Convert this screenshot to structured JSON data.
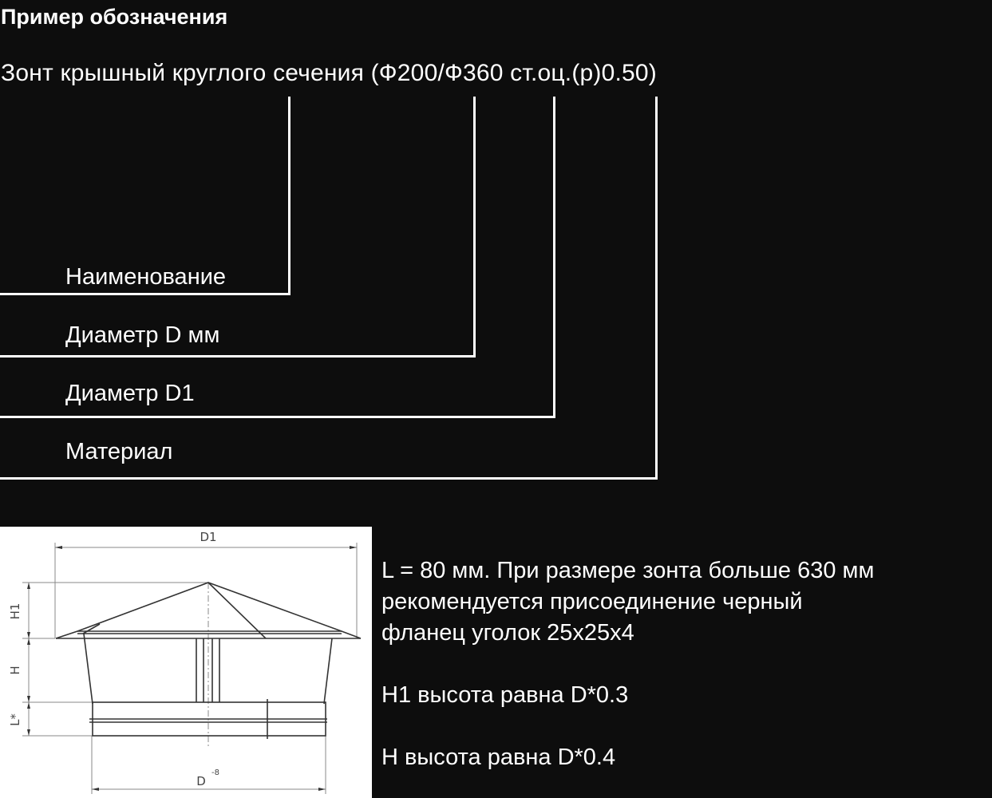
{
  "header": {
    "title": "Пример обозначения"
  },
  "designation": {
    "full_text": "Зонт крышный круглого сечения (Ф200/Ф360 ст.оц.(р)0.50)"
  },
  "legend": {
    "items": [
      {
        "label": "Наименование"
      },
      {
        "label": "Диаметр D мм"
      },
      {
        "label": "Диаметр D1"
      },
      {
        "label": "Материал"
      }
    ]
  },
  "drawing": {
    "labels": {
      "d1": "D1",
      "h1": "H1",
      "h": "H",
      "l": "L*",
      "d": "D",
      "d_tolerance": "-8"
    }
  },
  "notes": {
    "lines": [
      "L = 80 мм. При размере зонта больше 630 мм",
      "рекомендуется присоединение черный",
      "фланец уголок 25x25x4",
      "H1 высота равна D*0.3",
      "H высота равна D*0.4"
    ]
  },
  "colors": {
    "background": "#0d0d0d",
    "foreground": "#ffffff",
    "drawing_background": "#ffffff",
    "drawing_ink": "#333333"
  }
}
